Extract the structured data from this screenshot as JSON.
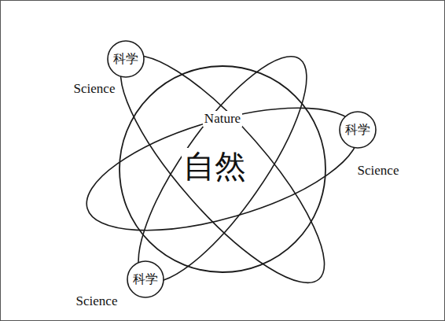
{
  "diagram": {
    "nodes": [
      {
        "text": [
          "科学",
          "Science"
        ]
      },
      {
        "text": [
          "Nature",
          "自然"
        ]
      },
      {
        "text": [
          "科学",
          "Science"
        ]
      },
      {
        "text": [
          "科学",
          "Science"
        ]
      }
    ]
  }
}
